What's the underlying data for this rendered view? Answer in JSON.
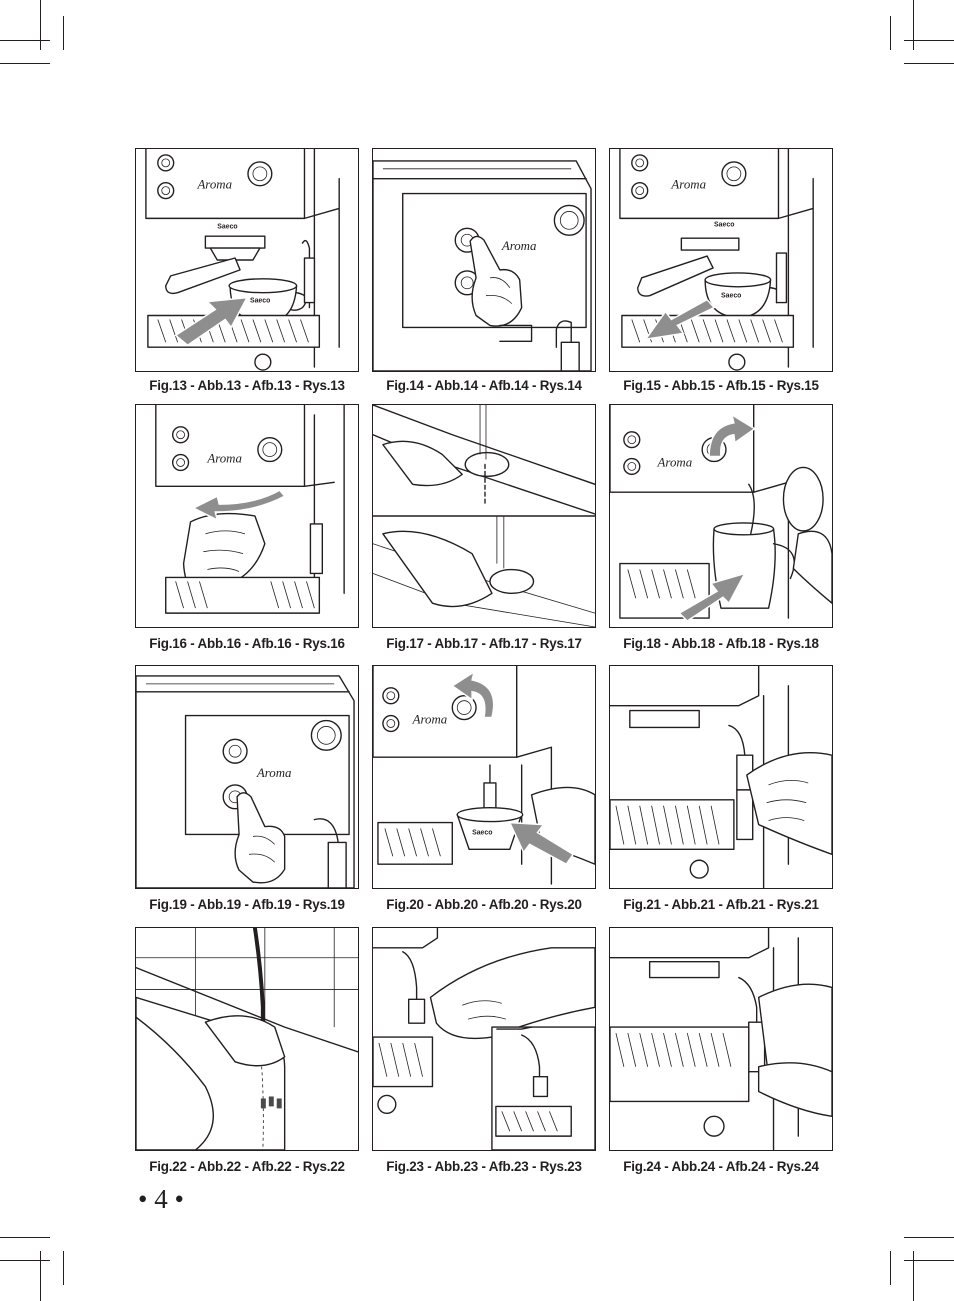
{
  "page": {
    "number_text": "• 4 •",
    "colors": {
      "ink": "#231f20",
      "arrow": "#8e8e8e",
      "background": "#ffffff"
    }
  },
  "figures": [
    {
      "caption": "Fig.13 - Abb.13 - Afb.13 - Rys.13",
      "scene": "portafilter-insert",
      "arrow": "straight-in",
      "cup_brand": "Saeco",
      "machine_script": "Aroma"
    },
    {
      "caption": "Fig.14 - Abb.14 - Afb.14 - Rys.14",
      "scene": "press-coffee-button",
      "arrow": "none",
      "machine_script": "Aroma"
    },
    {
      "caption": "Fig.15 - Abb.15 - Afb.15 - Rys.15",
      "scene": "portafilter-remove",
      "arrow": "straight-out",
      "cup_brand": "Saeco",
      "machine_script": "Aroma"
    },
    {
      "caption": "Fig.16 - Abb.16 - Afb.16 - Rys.16",
      "scene": "rotate-portafilter-hand",
      "arrow": "curved-left",
      "machine_script": "Aroma"
    },
    {
      "caption": "Fig.17 - Abb.17 - Afb.17 - Rys.17",
      "scene": "rinse-filter-under-tap",
      "arrow": "none"
    },
    {
      "caption": "Fig.18 - Abb.18 - Afb.18 - Rys.18",
      "scene": "milk-jug-steam-wand",
      "arrow": "straight-in",
      "machine_script": "Aroma"
    },
    {
      "caption": "Fig.19 - Abb.19 - Afb.19 - Rys.19",
      "scene": "press-steam-button",
      "arrow": "none",
      "machine_script": "Aroma"
    },
    {
      "caption": "Fig.20 - Abb.20 - Afb.20 - Rys.20",
      "scene": "hot-water-cup-knob",
      "arrow": "curved-up",
      "cup_brand": "Saeco",
      "machine_script": "Aroma"
    },
    {
      "caption": "Fig.21 - Abb.21 - Afb.21 - Rys.21",
      "scene": "remove-wand-tip",
      "arrow": "none"
    },
    {
      "caption": "Fig.22 - Abb.22 - Afb.22 - Rys.22",
      "scene": "wash-wand-parts",
      "arrow": "none"
    },
    {
      "caption": "Fig.23 - Abb.23 - Afb.23 - Rys.23",
      "scene": "reassemble-wand-tip",
      "arrow": "none"
    },
    {
      "caption": "Fig.24 - Abb.24 - Afb.24 - Rys.24",
      "scene": "refit-wand-tip",
      "arrow": "none"
    }
  ]
}
